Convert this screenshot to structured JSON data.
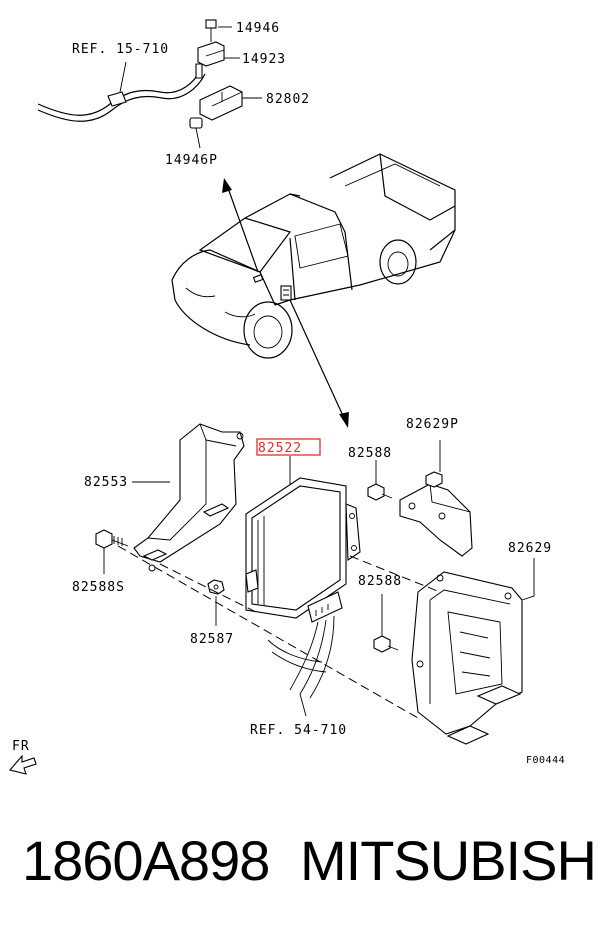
{
  "labels": {
    "ref_15_710": "REF. 15-710",
    "p14946": "14946",
    "p14923": "14923",
    "p82802": "82802",
    "p14946p": "14946P",
    "p82522": "82522",
    "p82588": "82588",
    "p82629p": "82629P",
    "p82553": "82553",
    "p82588s": "82588S",
    "p82629": "82629",
    "p82588b": "82588",
    "p82587": "82587",
    "ref_54_710": "REF. 54-710",
    "fr": "FR",
    "figure_code": "F00444"
  },
  "footer": {
    "part_number": "1860A898",
    "brand": "MITSUBISHI"
  },
  "colors": {
    "highlight": "#e03030",
    "line": "#000000"
  }
}
